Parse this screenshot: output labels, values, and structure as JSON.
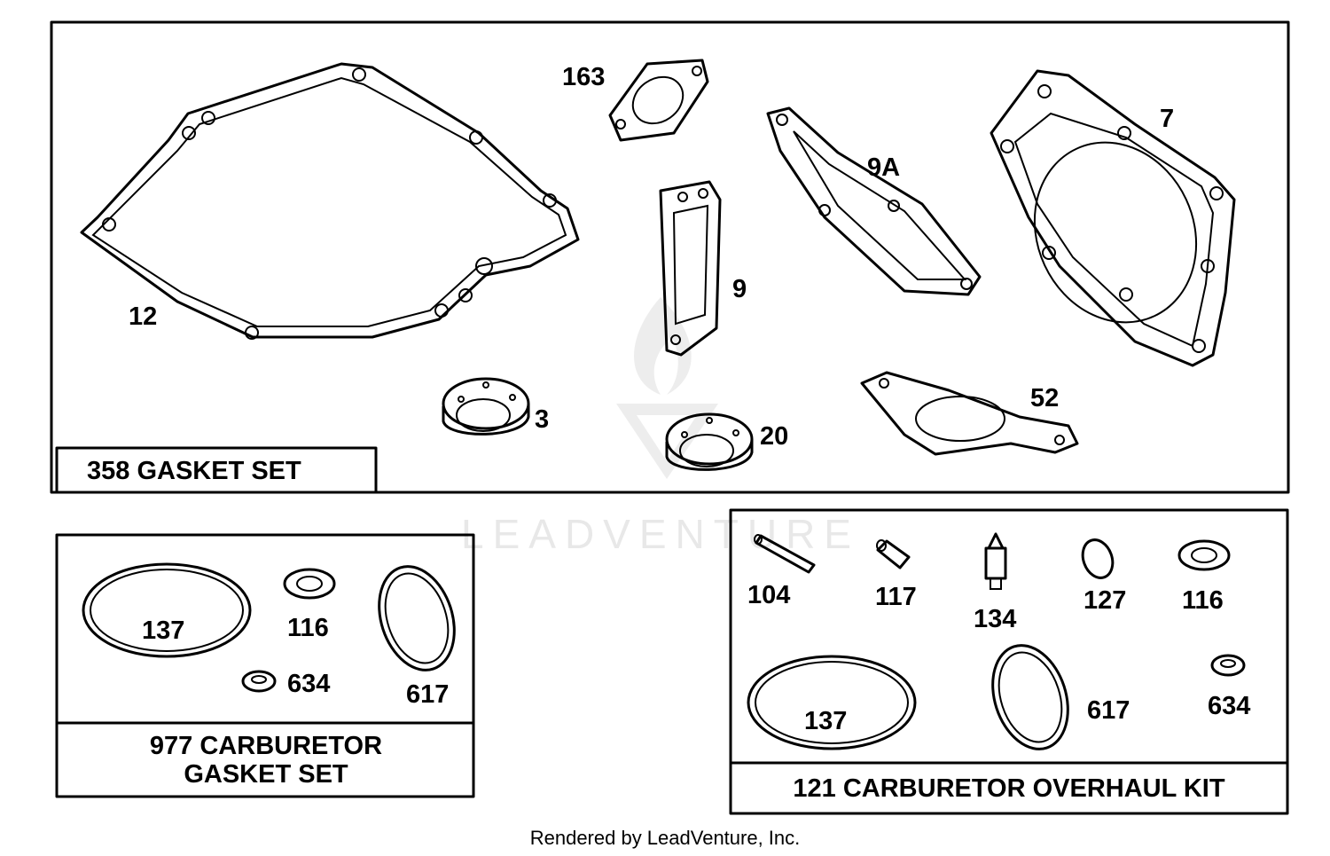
{
  "watermark": "LEADVENTURE",
  "footer": "Rendered by LeadVenture, Inc.",
  "panels": {
    "gasket_set": {
      "title": "358 GASKET SET",
      "callouts": {
        "p12": "12",
        "p163": "163",
        "p9": "9",
        "p9a": "9A",
        "p7": "7",
        "p3": "3",
        "p20": "20",
        "p52": "52"
      }
    },
    "carb_gasket_set": {
      "title_line1": "977 CARBURETOR",
      "title_line2": "GASKET SET",
      "callouts": {
        "p137": "137",
        "p116": "116",
        "p634": "634",
        "p617": "617"
      }
    },
    "overhaul_kit": {
      "title": "121 CARBURETOR OVERHAUL KIT",
      "callouts": {
        "p104": "104",
        "p117": "117",
        "p134": "134",
        "p127": "127",
        "p116": "116",
        "p137": "137",
        "p617": "617",
        "p634": "634"
      }
    }
  },
  "icons": {
    "watermark_logo": "leadventure-flame-logo-icon"
  }
}
